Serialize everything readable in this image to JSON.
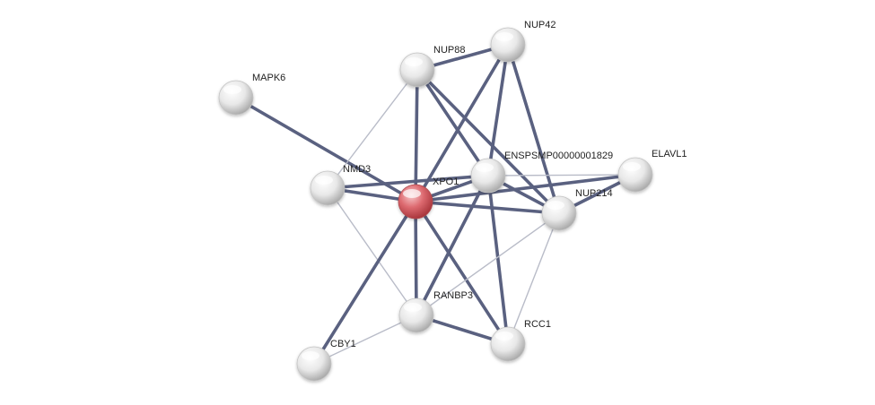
{
  "network": {
    "center_node": "XPO1",
    "colors": {
      "edge_strong": "#5a6180",
      "edge_weak": "#b9bcc8",
      "node_default": "#e6e6e6",
      "node_query": "#d9545c",
      "label": "#222222"
    },
    "nodes": [
      {
        "id": "xpo1",
        "label": "XPO1",
        "query": true
      },
      {
        "id": "nup88",
        "label": "NUP88",
        "query": false
      },
      {
        "id": "nup42",
        "label": "NUP42",
        "query": false
      },
      {
        "id": "mapk6",
        "label": "MAPK6",
        "query": false
      },
      {
        "id": "nmd3",
        "label": "NMD3",
        "query": false
      },
      {
        "id": "enspsmp",
        "label": "ENSPSMP00000001829",
        "query": false
      },
      {
        "id": "elavl1",
        "label": "ELAVL1",
        "query": false
      },
      {
        "id": "nup214",
        "label": "NUP214",
        "query": false
      },
      {
        "id": "ranbp3",
        "label": "RANBP3",
        "query": false
      },
      {
        "id": "rcc1",
        "label": "RCC1",
        "query": false
      },
      {
        "id": "cby1",
        "label": "CBY1",
        "query": false
      }
    ],
    "edges": [
      {
        "source": "mapk6",
        "target": "xpo1",
        "strength": "strong"
      },
      {
        "source": "nup88",
        "target": "nmd3",
        "strength": "weak"
      },
      {
        "source": "nup88",
        "target": "nup42",
        "strength": "strong"
      },
      {
        "source": "nup88",
        "target": "xpo1",
        "strength": "strong"
      },
      {
        "source": "nup88",
        "target": "enspsmp",
        "strength": "strong"
      },
      {
        "source": "nup88",
        "target": "nup214",
        "strength": "strong"
      },
      {
        "source": "nup42",
        "target": "xpo1",
        "strength": "strong"
      },
      {
        "source": "nup42",
        "target": "enspsmp",
        "strength": "strong"
      },
      {
        "source": "nup42",
        "target": "nup214",
        "strength": "strong"
      },
      {
        "source": "nmd3",
        "target": "xpo1",
        "strength": "strong"
      },
      {
        "source": "nmd3",
        "target": "enspsmp",
        "strength": "strong"
      },
      {
        "source": "nmd3",
        "target": "ranbp3",
        "strength": "weak"
      },
      {
        "source": "xpo1",
        "target": "enspsmp",
        "strength": "strong"
      },
      {
        "source": "xpo1",
        "target": "nup214",
        "strength": "strong"
      },
      {
        "source": "xpo1",
        "target": "elavl1",
        "strength": "strong"
      },
      {
        "source": "xpo1",
        "target": "ranbp3",
        "strength": "strong"
      },
      {
        "source": "xpo1",
        "target": "rcc1",
        "strength": "strong"
      },
      {
        "source": "xpo1",
        "target": "cby1",
        "strength": "strong"
      },
      {
        "source": "enspsmp",
        "target": "nup214",
        "strength": "strong"
      },
      {
        "source": "enspsmp",
        "target": "elavl1",
        "strength": "weak"
      },
      {
        "source": "enspsmp",
        "target": "ranbp3",
        "strength": "strong"
      },
      {
        "source": "enspsmp",
        "target": "rcc1",
        "strength": "strong"
      },
      {
        "source": "nup214",
        "target": "elavl1",
        "strength": "strong"
      },
      {
        "source": "nup214",
        "target": "ranbp3",
        "strength": "weak"
      },
      {
        "source": "nup214",
        "target": "rcc1",
        "strength": "weak"
      },
      {
        "source": "ranbp3",
        "target": "rcc1",
        "strength": "strong"
      },
      {
        "source": "ranbp3",
        "target": "cby1",
        "strength": "weak"
      }
    ]
  }
}
